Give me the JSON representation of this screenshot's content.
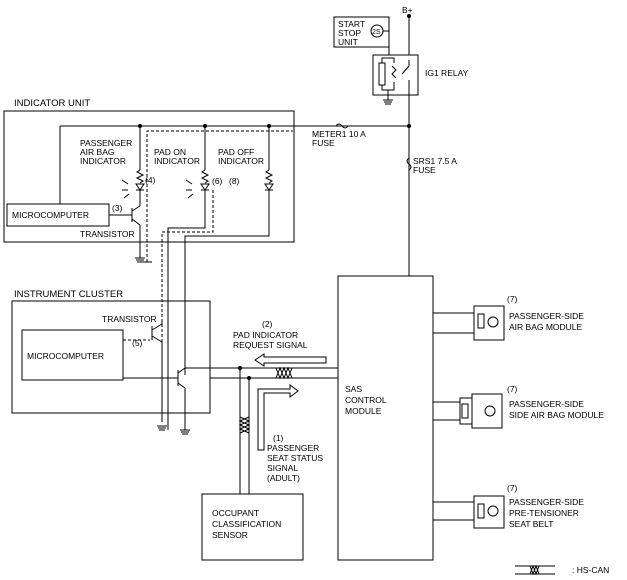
{
  "labels": {
    "b_plus": "B+",
    "start_stop_unit_1": "START",
    "start_stop_unit_2": "STOP",
    "start_stop_unit_3": "UNIT",
    "start_stop_symbol": "2S",
    "ig1_relay": "IG1 RELAY",
    "indicator_unit": "INDICATOR UNIT",
    "meter1_fuse_1": "METER1 10 A",
    "meter1_fuse_2": "FUSE",
    "srs1_fuse_1": "SRS1 7.5 A",
    "srs1_fuse_2": "FUSE",
    "passenger_airbag_ind_1": "PASSENGER",
    "passenger_airbag_ind_2": "AIR BAG",
    "passenger_airbag_ind_3": "INDICATOR",
    "pad_on_ind_1": "PAD ON",
    "pad_on_ind_2": "INDICATOR",
    "pad_off_ind_1": "PAD OFF",
    "pad_off_ind_2": "INDICATOR",
    "num_4": "(4)",
    "num_6": "(6)",
    "num_8": "(8)",
    "num_3": "(3)",
    "microcomputer_iu": "MICROCOMPUTER",
    "transistor_iu": "TRANSISTOR",
    "instrument_cluster": "INSTRUMENT CLUSTER",
    "transistor_ic": "TRANSISTOR",
    "num_5": "(5)",
    "microcomputer_ic": "MICROCOMPUTER",
    "num_2": "(2)",
    "pad_req_1": "PAD INDICATOR",
    "pad_req_2": "REQUEST  SIGNAL",
    "num_1": "(1)",
    "seat_status_1": "PASSENGER",
    "seat_status_2": "SEAT STATUS",
    "seat_status_3": "SIGNAL",
    "seat_status_4": "(ADULT)",
    "occupant_1": "OCCUPANT",
    "occupant_2": "CLASSIFICATION",
    "occupant_3": "SENSOR",
    "sas_1": "SAS",
    "sas_2": "CONTROL",
    "sas_3": "MODULE",
    "num_7a": "(7)",
    "module_a_1": "PASSENGER-SIDE",
    "module_a_2": "AIR BAG MODULE",
    "num_7b": "(7)",
    "module_b_1": "PASSENGER-SIDE",
    "module_b_2": "SIDE AIR BAG MODULE",
    "num_7c": "(7)",
    "module_c_1": "PASSENGER-SIDE",
    "module_c_2": "PRE-TENSIONER",
    "module_c_3": "SEAT BELT",
    "legend_hs_can": ": HS-CAN"
  }
}
